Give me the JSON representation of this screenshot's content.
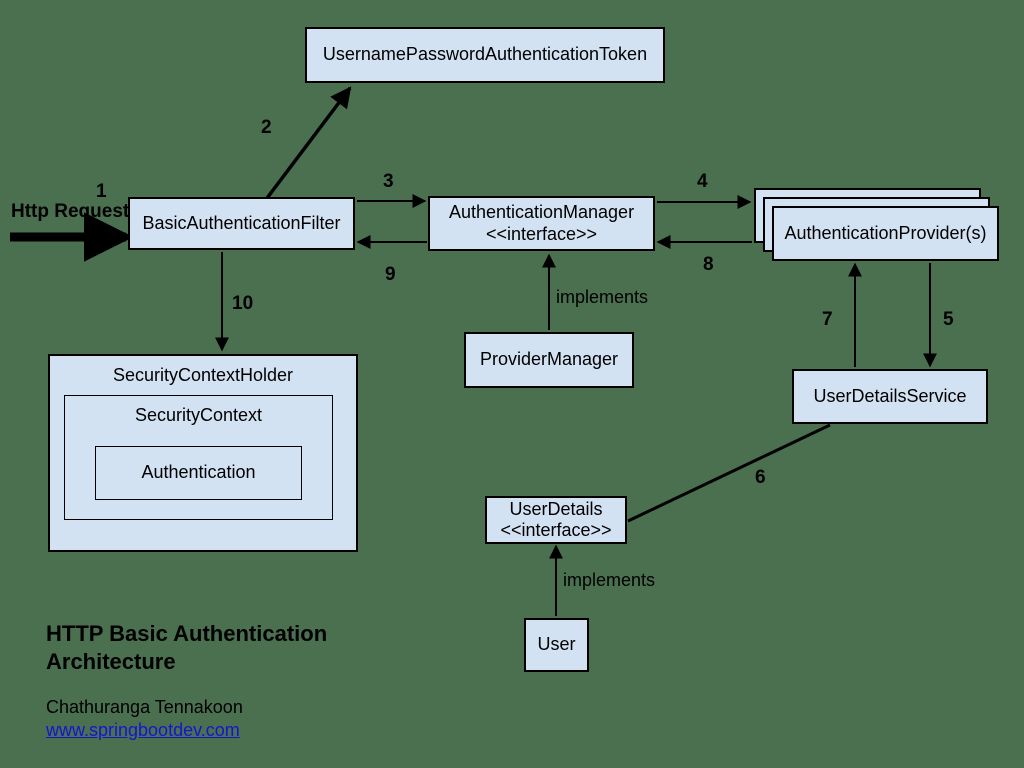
{
  "diagram": {
    "background_color": "#4a7050",
    "node_fill_color": "#d3e2f2",
    "node_border_color": "#000000",
    "link_color": "#1414d2",
    "nodes": {
      "token": {
        "label": "UsernamePasswordAuthenticationToken"
      },
      "filter": {
        "label": "BasicAuthenticationFilter"
      },
      "auth_manager": {
        "line1": "AuthenticationManager",
        "line2": "<<interface>>"
      },
      "auth_provider": {
        "label": "AuthenticationProvider(s)"
      },
      "provider_manager": {
        "label": "ProviderManager"
      },
      "user_details_service": {
        "label": "UserDetailsService"
      },
      "user_details": {
        "line1": "UserDetails",
        "line2": "<<interface>>"
      },
      "user": {
        "label": "User"
      },
      "security_context_holder": {
        "label": "SecurityContextHolder"
      },
      "security_context": {
        "label": "SecurityContext"
      },
      "authentication": {
        "label": "Authentication"
      }
    },
    "edge_labels": {
      "step1": "1",
      "step2": "2",
      "step3": "3",
      "step4": "4",
      "step5": "5",
      "step6": "6",
      "step7": "7",
      "step8": "8",
      "step9": "9",
      "step10": "10"
    },
    "text_labels": {
      "http_request": "Http Request",
      "implements_manager": "implements",
      "implements_user": "implements"
    },
    "caption": {
      "title": "HTTP Basic Authentication Architecture",
      "author": "Chathuranga Tennakoon",
      "website": "www.springbootdev.com"
    }
  }
}
